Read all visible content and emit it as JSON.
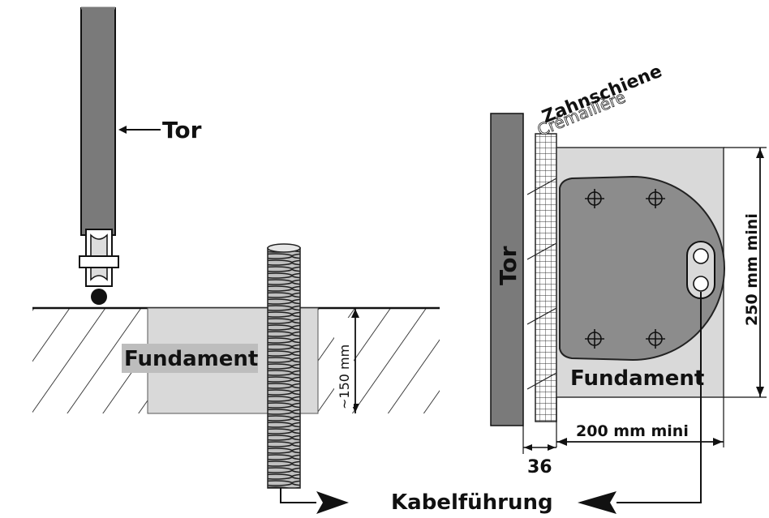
{
  "labels": {
    "tor_side": "Tor",
    "fundament_side": "Fundament",
    "depth": "~150 mm",
    "zahnschiene": "Zahnschiene",
    "cremaillere": "Crémaillère",
    "tor_top": "Tor",
    "fundament_top": "Fundament",
    "height_dim": "250 mm mini",
    "width_dim": "200 mm mini",
    "offset_dim": "36",
    "cable": "Kabelführung"
  },
  "colors": {
    "ink": "#111111",
    "gate_gray": "#7a7a7a",
    "foundation_gray": "#d9d9d9",
    "plate_gray": "#8c8c8c",
    "label_bg": "#bdbdbd"
  }
}
